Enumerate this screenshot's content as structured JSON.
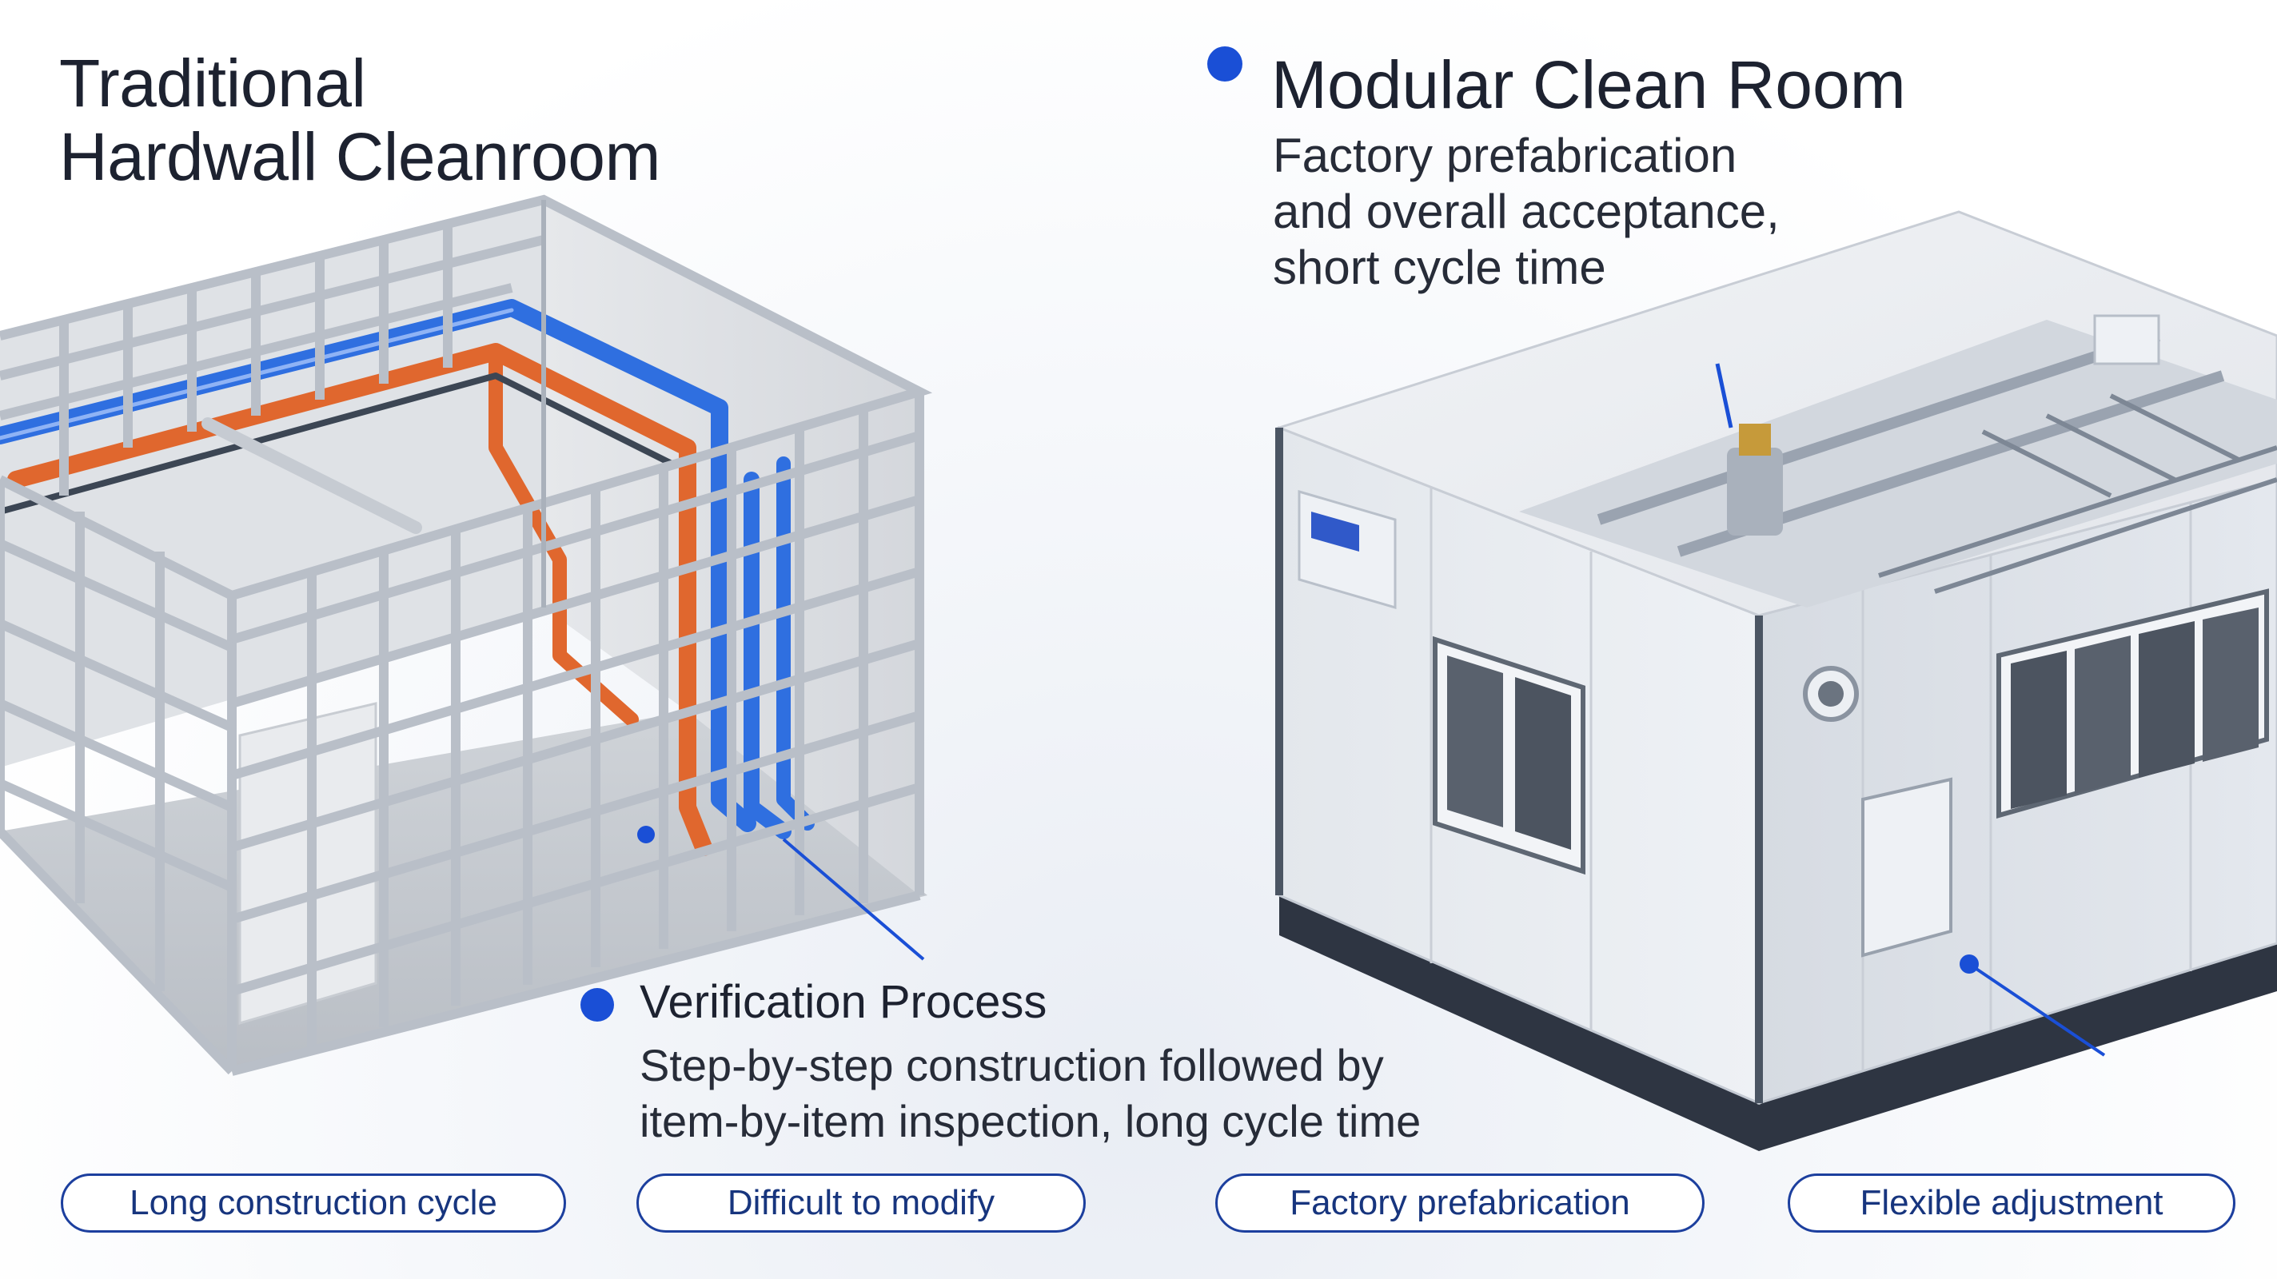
{
  "left": {
    "title_line1": "Traditional",
    "title_line2": "Hardwall Cleanroom"
  },
  "right": {
    "title": "Modular Clean Room",
    "desc_line1": "Factory prefabrication",
    "desc_line2": "and overall acceptance,",
    "desc_line3": "short cycle time"
  },
  "verification": {
    "title": "Verification Process",
    "desc_line1": "Step-by-step construction followed by",
    "desc_line2": "item-by-item inspection, long cycle time"
  },
  "tags": [
    "Long construction cycle",
    "Difficult to modify",
    "Factory prefabrication",
    "Flexible adjustment"
  ],
  "colors": {
    "accent": "#1a4fd6",
    "pill_border": "#1c3f9e",
    "pipe_blue": "#2f6fe0",
    "pipe_orange": "#e0672e",
    "frame": "#b9bfc8"
  }
}
